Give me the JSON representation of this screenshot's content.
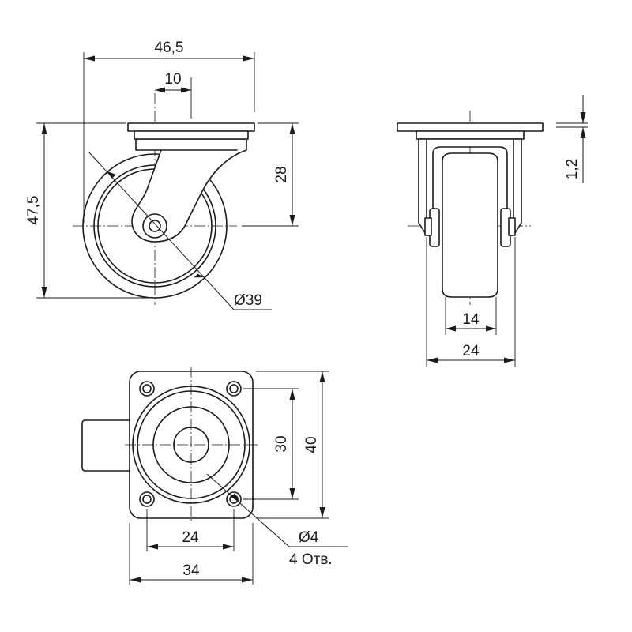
{
  "side_view": {
    "overall_width": "46,5",
    "offset": "10",
    "overall_height": "47,5",
    "mount_height": "28",
    "wheel_diameter": "Ø39"
  },
  "front_view": {
    "plate_thickness": "1,2",
    "tread_width": "14",
    "wheel_width": "24"
  },
  "top_view": {
    "hole_spacing_vertical": "30",
    "plate_height": "40",
    "hole_spacing_horizontal": "24",
    "plate_width": "34",
    "hole_diameter": "Ø4",
    "hole_count": "4 Отв."
  }
}
